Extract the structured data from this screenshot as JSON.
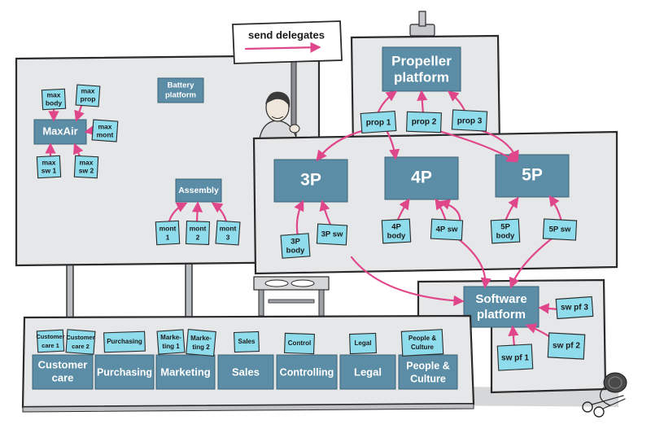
{
  "sign": {
    "text": "send delegates"
  },
  "boards": {
    "left": {
      "teams": {
        "maxair": "MaxAir",
        "battery": [
          "Battery",
          "platform"
        ],
        "assembly": "Assembly"
      },
      "notes": {
        "max_body": [
          "max",
          "body"
        ],
        "max_prop": [
          "max",
          "prop"
        ],
        "max_mont": [
          "max",
          "mont"
        ],
        "max_sw1": [
          "max",
          "sw 1"
        ],
        "max_sw2": [
          "max",
          "sw 2"
        ],
        "mont1": [
          "mont",
          "1"
        ],
        "mont2": [
          "mont",
          "2"
        ],
        "mont3": [
          "mont",
          "3"
        ]
      }
    },
    "propeller": {
      "team": [
        "Propeller",
        "platform"
      ],
      "notes": {
        "prop1": "prop 1",
        "prop2": "prop 2",
        "prop3": "prop 3"
      }
    },
    "products": {
      "teams": {
        "p3": "3P",
        "p4": "4P",
        "p5": "5P"
      },
      "notes": {
        "p3_body": [
          "3P",
          "body"
        ],
        "p3_sw": "3P sw",
        "p4_body": [
          "4P",
          "body"
        ],
        "p4_sw": "4P sw",
        "p5_body": [
          "5P",
          "body"
        ],
        "p5_sw": "5P sw"
      }
    },
    "software": {
      "team": [
        "Software",
        "platform"
      ],
      "notes": {
        "swpf1": "sw pf 1",
        "swpf2": "sw pf 2",
        "swpf3": "sw pf 3"
      }
    },
    "support": {
      "teams": {
        "customer_care": [
          "Customer",
          "care"
        ],
        "purchasing": "Purchasing",
        "marketing": "Marketing",
        "sales": "Sales",
        "controlling": "Controlling",
        "legal": "Legal",
        "people": [
          "People &",
          "Culture"
        ]
      },
      "notes": {
        "cc1": [
          "Customer",
          "care 1"
        ],
        "cc2": [
          "Customer",
          "care 2"
        ],
        "purch": "Purchasing",
        "mkt1": [
          "Marke-",
          "ting 1"
        ],
        "mkt2": [
          "Marke-",
          "ting 2"
        ],
        "sales": "Sales",
        "control": "Control",
        "legal": "Legal",
        "people": [
          "People &",
          "Culture"
        ]
      }
    }
  },
  "colors": {
    "team": "#5b8da6",
    "note": "#8fdcec",
    "arrow": "#e0468a",
    "board": "#e6e7e9"
  },
  "icons": [
    "person-icon",
    "clip-icon",
    "scissors-icon",
    "thread-spool-icon"
  ]
}
